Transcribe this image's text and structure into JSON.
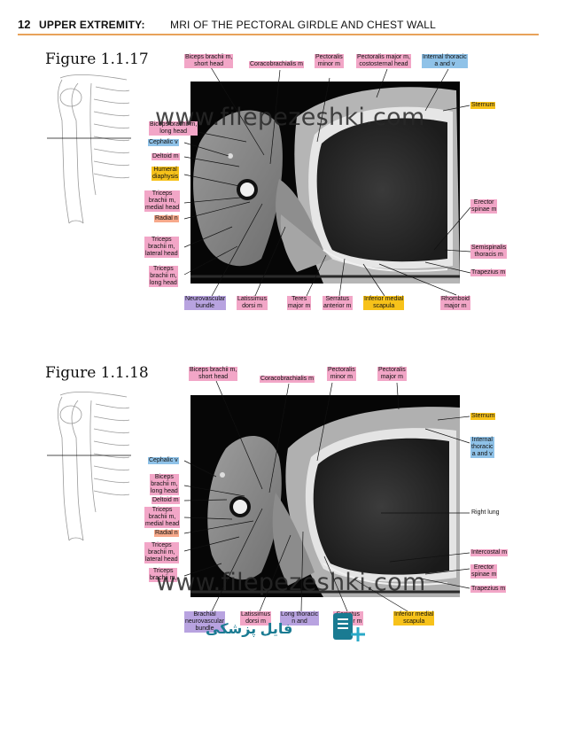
{
  "header": {
    "page_number": "12",
    "section": "UPPER EXTREMITY:",
    "subtitle": "MRI OF THE PECTORAL GIRDLE AND CHEST WALL"
  },
  "figures": [
    {
      "title": "Figure 1.1.17",
      "labels": {
        "biceps_short": "Biceps brachii m,\nshort head",
        "coracobrachialis": "Coracobrachialis m",
        "pectoralis_minor": "Pectoralis\nminor m",
        "pectoralis_major": "Pectoralis major m,\ncostosternal head",
        "internal_thoracic": "Internal thoracic\na and v",
        "sternum": "Sternum",
        "biceps_long": "Biceps brachii m,\nlong head",
        "cephalic": "Cephalic v",
        "deltoid": "Deltoid m",
        "humeral": "Humeral\ndiaphysis",
        "triceps_medial": "Triceps\nbrachii m,\nmedial head",
        "radial": "Radial n",
        "triceps_lateral": "Triceps\nbrachii m,\nlateral head",
        "triceps_long": "Triceps\nbrachii m,\nlong head",
        "erector": "Erector\nspinae m",
        "semispinalis": "Semispinalis\nthoracis m",
        "trapezius": "Trapezius m",
        "neurovascular": "Neurovascular\nbundle",
        "latissimus": "Latissimus\ndorsi m",
        "teres": "Teres\nmajor m",
        "serratus": "Serratus\nanterior m",
        "scapula": "Inferior medial\nscapula",
        "rhomboid": "Rhomboid\nmajor m"
      }
    },
    {
      "title": "Figure 1.1.18",
      "labels": {
        "biceps_short": "Biceps brachii m,\nshort head",
        "coracobrachialis": "Coracobrachialis m",
        "pectoralis_minor": "Pectoralis\nminor m",
        "pectoralis_major": "Pectoralis\nmajor m",
        "sternum": "Sternum",
        "internal_thoracic": "Internal\nthoracic\na and v",
        "cephalic": "Cephalic v",
        "biceps_long": "Biceps\nbrachii m,\nlong head",
        "deltoid": "Deltoid m",
        "triceps_medial": "Triceps\nbrachii m,\nmedial head",
        "radial": "Radial n",
        "triceps_lateral": "Triceps\nbrachii m,\nlateral head",
        "triceps_long": "Triceps\nbrachii m,",
        "right_lung": "Right lung",
        "intercostal": "Intercostal m",
        "erector": "Erector\nspinae m",
        "trapezius": "Trapezius m",
        "brachial": "Brachial\nneurovascular\nbundle",
        "latissimus": "Latissimus\ndorsi m",
        "long_thoracic": "Long thoracic\nn and",
        "serratus": "Serratus\nanterior m",
        "scapula": "Inferior medial\nscapula"
      }
    }
  ],
  "watermark": "www.filepezeshki.com",
  "logo_text": "فایل پزشکی",
  "colors": {
    "header_rule": "#e8a25a",
    "pink": "#f2a6c7",
    "blue": "#8fc2e8",
    "orange": "#f7c21a",
    "purple": "#b8a3e0",
    "salmon": "#f7a98b"
  }
}
